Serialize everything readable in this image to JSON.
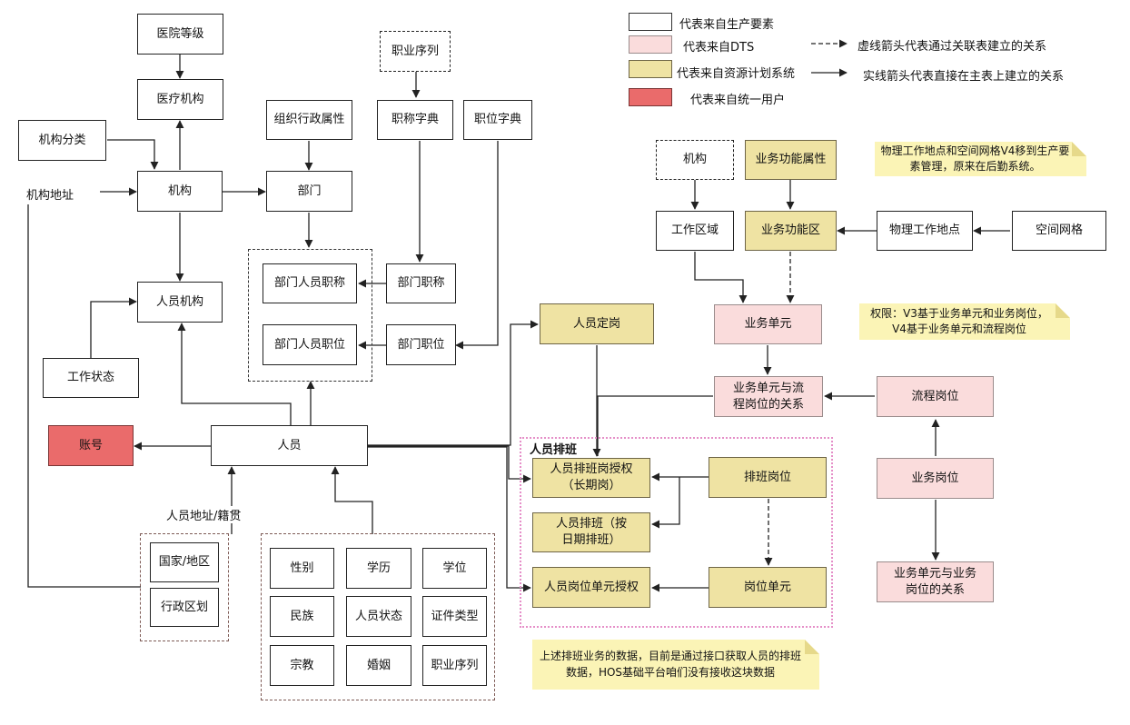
{
  "legend": {
    "production": "代表来自生产要素",
    "dts": "代表来自DTS",
    "resource": "代表来自资源计划系统",
    "unified_user": "代表来自统一用户",
    "dashed_arrow": "虚线箭头代表通过关联表建立的关系",
    "solid_arrow": "实线箭头代表直接在主表上建立的关系"
  },
  "nodes": {
    "hospital_level": "医院等级",
    "medical_org": "医疗机构",
    "org_category": "机构分类",
    "org": "机构",
    "org_address": "机构地址",
    "org_admin_attr": "组织行政属性",
    "department": "部门",
    "job_sequence_top": "职业序列",
    "title_dict": "职称字典",
    "position_dict": "职位字典",
    "dept_staff_title": "部门人员职称",
    "dept_staff_position": "部门人员职位",
    "dept_title": "部门职称",
    "dept_position": "部门职位",
    "staff_org": "人员机构",
    "work_status": "工作状态",
    "account": "账号",
    "staff": "人员",
    "staff_address_label": "人员地址/籍贯",
    "country_region": "国家/地区",
    "admin_division": "行政区划",
    "gender": "性别",
    "education": "学历",
    "degree": "学位",
    "ethnicity": "民族",
    "staff_status": "人员状态",
    "id_type": "证件类型",
    "religion": "宗教",
    "marriage": "婚姻",
    "job_sequence_bottom": "职业序列",
    "staff_posting": "人员定岗",
    "org_right": "机构",
    "business_func_attr": "业务功能属性",
    "work_area": "工作区域",
    "business_func_zone": "业务功能区",
    "physical_workplace": "物理工作地点",
    "spatial_grid": "空间网格",
    "business_unit": "业务单元",
    "bu_flow_relation": "业务单元与流程岗位的关系",
    "flow_post": "流程岗位",
    "business_post": "业务岗位",
    "bu_business_relation": "业务单元与业务岗位的关系",
    "schedule_group_title": "人员排班",
    "schedule_post_auth": "人员排班岗授权（长期岗）",
    "schedule_post": "排班岗位",
    "staff_schedule": "人员排班（按日期排班）",
    "staff_post_unit_auth": "人员岗位单元授权",
    "post_unit": "岗位单元"
  },
  "notes": {
    "note_v4": "物理工作地点和空间网格V4移到生产要素管理，原来在后勤系统。",
    "note_permission": "权限：V3基于业务单元和业务岗位，V4基于业务单元和流程岗位",
    "note_schedule": "上述排班业务的数据，目前是通过接口获取人员的排班数据，HOS基础平台咱们没有接收这块数据"
  },
  "colors": {
    "production": "#ffffff",
    "dts": "#fadcdc",
    "resource": "#efe3a3",
    "unified_user": "#ea6b6b",
    "note": "#fbf4b6",
    "schedule_group_border": "#e58fc8"
  }
}
